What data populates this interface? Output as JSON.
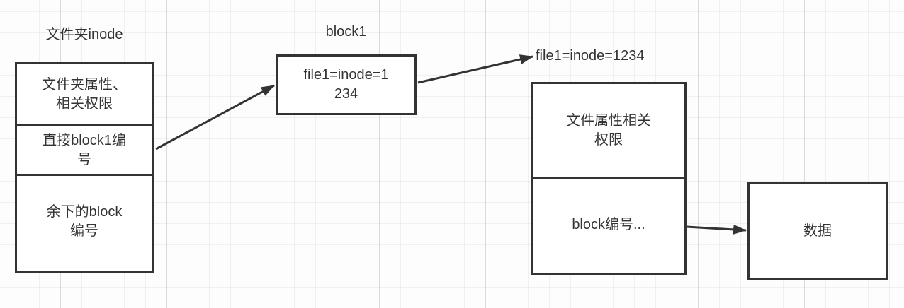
{
  "diagram": {
    "colors": {
      "stroke": "#333333",
      "text": "#333333",
      "node_fill": "#ffffff",
      "canvas_bg": "#fdfdfd"
    },
    "folder_inode": {
      "title": "文件夹inode",
      "cells": [
        {
          "lines": [
            "文件夹属性、",
            "相关权限"
          ]
        },
        {
          "lines": [
            "直接block1编",
            "号"
          ]
        },
        {
          "lines": [
            "余下的block",
            "编号"
          ]
        }
      ]
    },
    "block1": {
      "title": "block1",
      "lines": [
        "file1=inode=1",
        "234"
      ]
    },
    "file_inode": {
      "title": "file1=inode=1234",
      "cells": [
        {
          "lines": [
            "文件属性相关",
            "权限"
          ]
        },
        {
          "lines": [
            "block编号..."
          ]
        }
      ]
    },
    "data_block": {
      "label": "数据"
    }
  }
}
